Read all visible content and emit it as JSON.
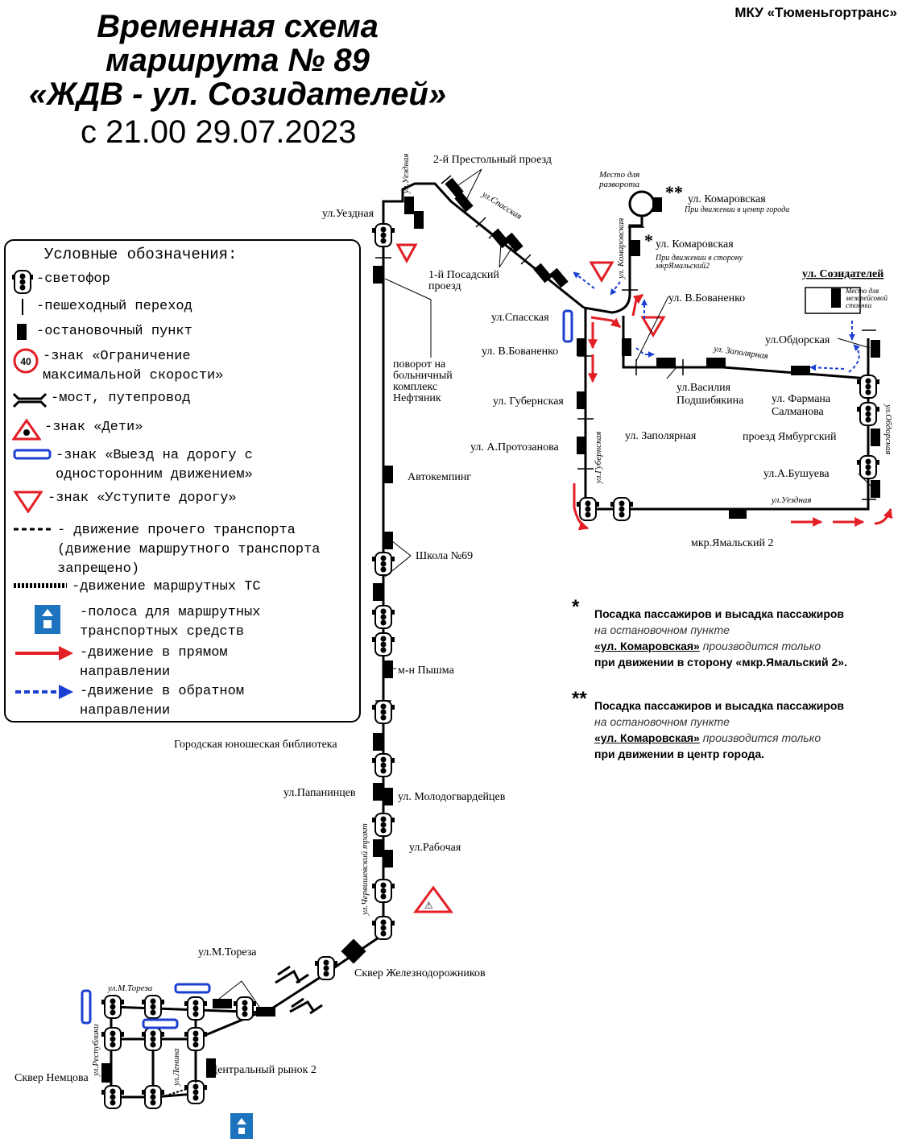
{
  "header": {
    "title_lines": [
      "Временная схема",
      "маршрута № 89",
      "«ЖДВ - ул. Созидателей»"
    ],
    "date": "с 21.00 29.07.2023",
    "org": "МКУ «Тюменьгортранс»"
  },
  "legend": {
    "title": "Условные обозначения:",
    "items": [
      {
        "icon": "traffic-light-icon",
        "label": "-светофор"
      },
      {
        "icon": "crosswalk-icon",
        "label": "-пешеходный переход"
      },
      {
        "icon": "bus-stop-icon",
        "label": "-остановочный пункт"
      },
      {
        "icon": "speed-limit-sign-icon",
        "sign_value": "40",
        "label": "-знак «Ограничение\nмаксимальной скорости»"
      },
      {
        "icon": "bridge-icon",
        "label": "-мост, путепровод"
      },
      {
        "icon": "children-sign-icon",
        "label": "-знак «Дети»"
      },
      {
        "icon": "one-way-exit-sign-icon",
        "label": "-знак «Выезд на дорогу с\nодносторонним движением»"
      },
      {
        "icon": "yield-sign-icon",
        "label": "-знак «Уступите дорогу»"
      },
      {
        "icon": "dashed-line-icon",
        "label": "- движение прочего транспорта\n(движение маршрутного транспорта\nзапрещено)"
      },
      {
        "icon": "route-arrows-icon",
        "label": "-движение маршрутных ТС"
      },
      {
        "icon": "bus-lane-icon",
        "label": "-полоса для маршрутных\nтранспортных средств"
      },
      {
        "icon": "red-arrow-icon",
        "label": "-движение в прямом\nнаправлении"
      },
      {
        "icon": "blue-dashed-arrow-icon",
        "label": "-движение в обратном\nнаправлении"
      }
    ]
  },
  "map": {
    "stops": {
      "uezdnaya": "ул.Уездная",
      "turn_hospital": "поворот на\nбольничный\nкомплекс\nНефтяник",
      "avtokemping": "Автокемпинг",
      "school69": "Школа №69",
      "pyshma": "м-н Пышма",
      "library": "Городская юношеская библиотека",
      "papanintsev": "ул.Папанинцев",
      "molodogvardeytsev": "ул. Молодогвардейцев",
      "rabochaya": "ул.Рабочая",
      "skver_zhd": "Сквер Железнодорожников",
      "m_toreza": "ул.М.Тореза",
      "skver_nemtsova": "Сквер Немцова",
      "central_market": "Центральный рынок 2",
      "prestolny": "2-й Престольный проезд",
      "posadsky": "1-й Посадский\nпроезд",
      "spasskaya": "ул.Спасская",
      "bovanenko_left": "ул. В.Бованенко",
      "gubernskaya": "ул. Губернская",
      "protozanova": "ул. А.Протозанова",
      "komarovskaya_top": "ул. Комаровская",
      "komarovskaya_top_note": "При движении в центр города",
      "komarovskaya_mid": "ул. Комаровская",
      "komarovskaya_mid_note": "При движении в сторону\nмкрЯмальский2",
      "bovanenko_right": "ул. В.Бованенко",
      "zapolyarnaya": "ул. Заполярная",
      "podshibyakina": "ул.Василия\nПодшибякина",
      "salmanova": "ул. Фармана\nСалманова",
      "obdorskaya": "ул.Обдорская",
      "yamburgsky": "проезд Ямбургский",
      "bushueva": "ул.А.Бушуева",
      "yamalsky2": "мкр.Ямальский 2",
      "sozidateley": "ул. Созидателей",
      "place_razvorot": "Место для\nразворота",
      "place_stoyanka": "Место для\nмежрейсовой\nстоянки"
    },
    "streets": {
      "uezdnaya_v": "ул.Уездная",
      "spasskaya": "ул.Спасская",
      "komarovskaya": "ул. Комаровская",
      "gubernskaya": "ул.Губернская",
      "zapolyarnaya": "ул. Заполярная",
      "obdorskaya": "ул.Обдорская",
      "uezdnaya_h": "ул.Уездная",
      "chervishevsky": "ул.Червишевский тракт",
      "m_toreza": "ул.М.Тореза",
      "respubliki": "ул.Республики",
      "lenina": "ул.Ленина"
    },
    "stars": {
      "single": "*",
      "double": "**"
    }
  },
  "notes": [
    {
      "star": "*",
      "line1": "Посадка пассажиров и высадка пассажиров",
      "line2": "на остановочном пункте",
      "stop": "«ул. Комаровская»",
      "line3": " производится только",
      "line4": "при движении в сторону «мкр.Ямальский 2»."
    },
    {
      "star": "**",
      "line1": "Посадка пассажиров и высадка пассажиров",
      "line2": "на остановочном пункте",
      "stop": "«ул. Комаровская»",
      "line3": " производится только",
      "line4": "при движении в центр города."
    }
  ],
  "colors": {
    "red": "#e31e24",
    "blue": "#1a3fd1",
    "sign_blue": "#1e73be"
  }
}
